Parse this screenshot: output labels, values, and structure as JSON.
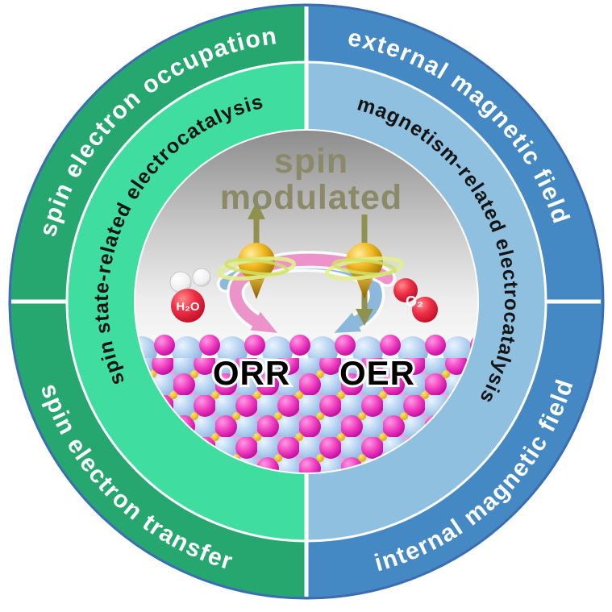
{
  "figure": {
    "outer_ring": {
      "top_left": "spin electron occupation",
      "top_right": "external magnetic field",
      "bottom_left": "spin electron transfer",
      "bottom_right": "internal magnetic field"
    },
    "inner_ring": {
      "left": "spin state-related electrocatalysis",
      "right": "magnetism-related electrocatalysis"
    },
    "center": {
      "heading_line1": "spin",
      "heading_line2": "modulated",
      "reaction_left": "ORR",
      "reaction_right": "OER",
      "molecule_left": "H₂O",
      "molecule_right": "O₂"
    },
    "colors": {
      "outer_green": "#27a770",
      "outer_blue": "#4489c4",
      "inner_green": "#3fdda0",
      "inner_blue": "#8fc0e0",
      "heading": "#8a8a68",
      "arrow_pink": "#ec8fc7",
      "arrow_blue": "#85b5da",
      "spin_arrow_olive": "#90904f"
    }
  }
}
